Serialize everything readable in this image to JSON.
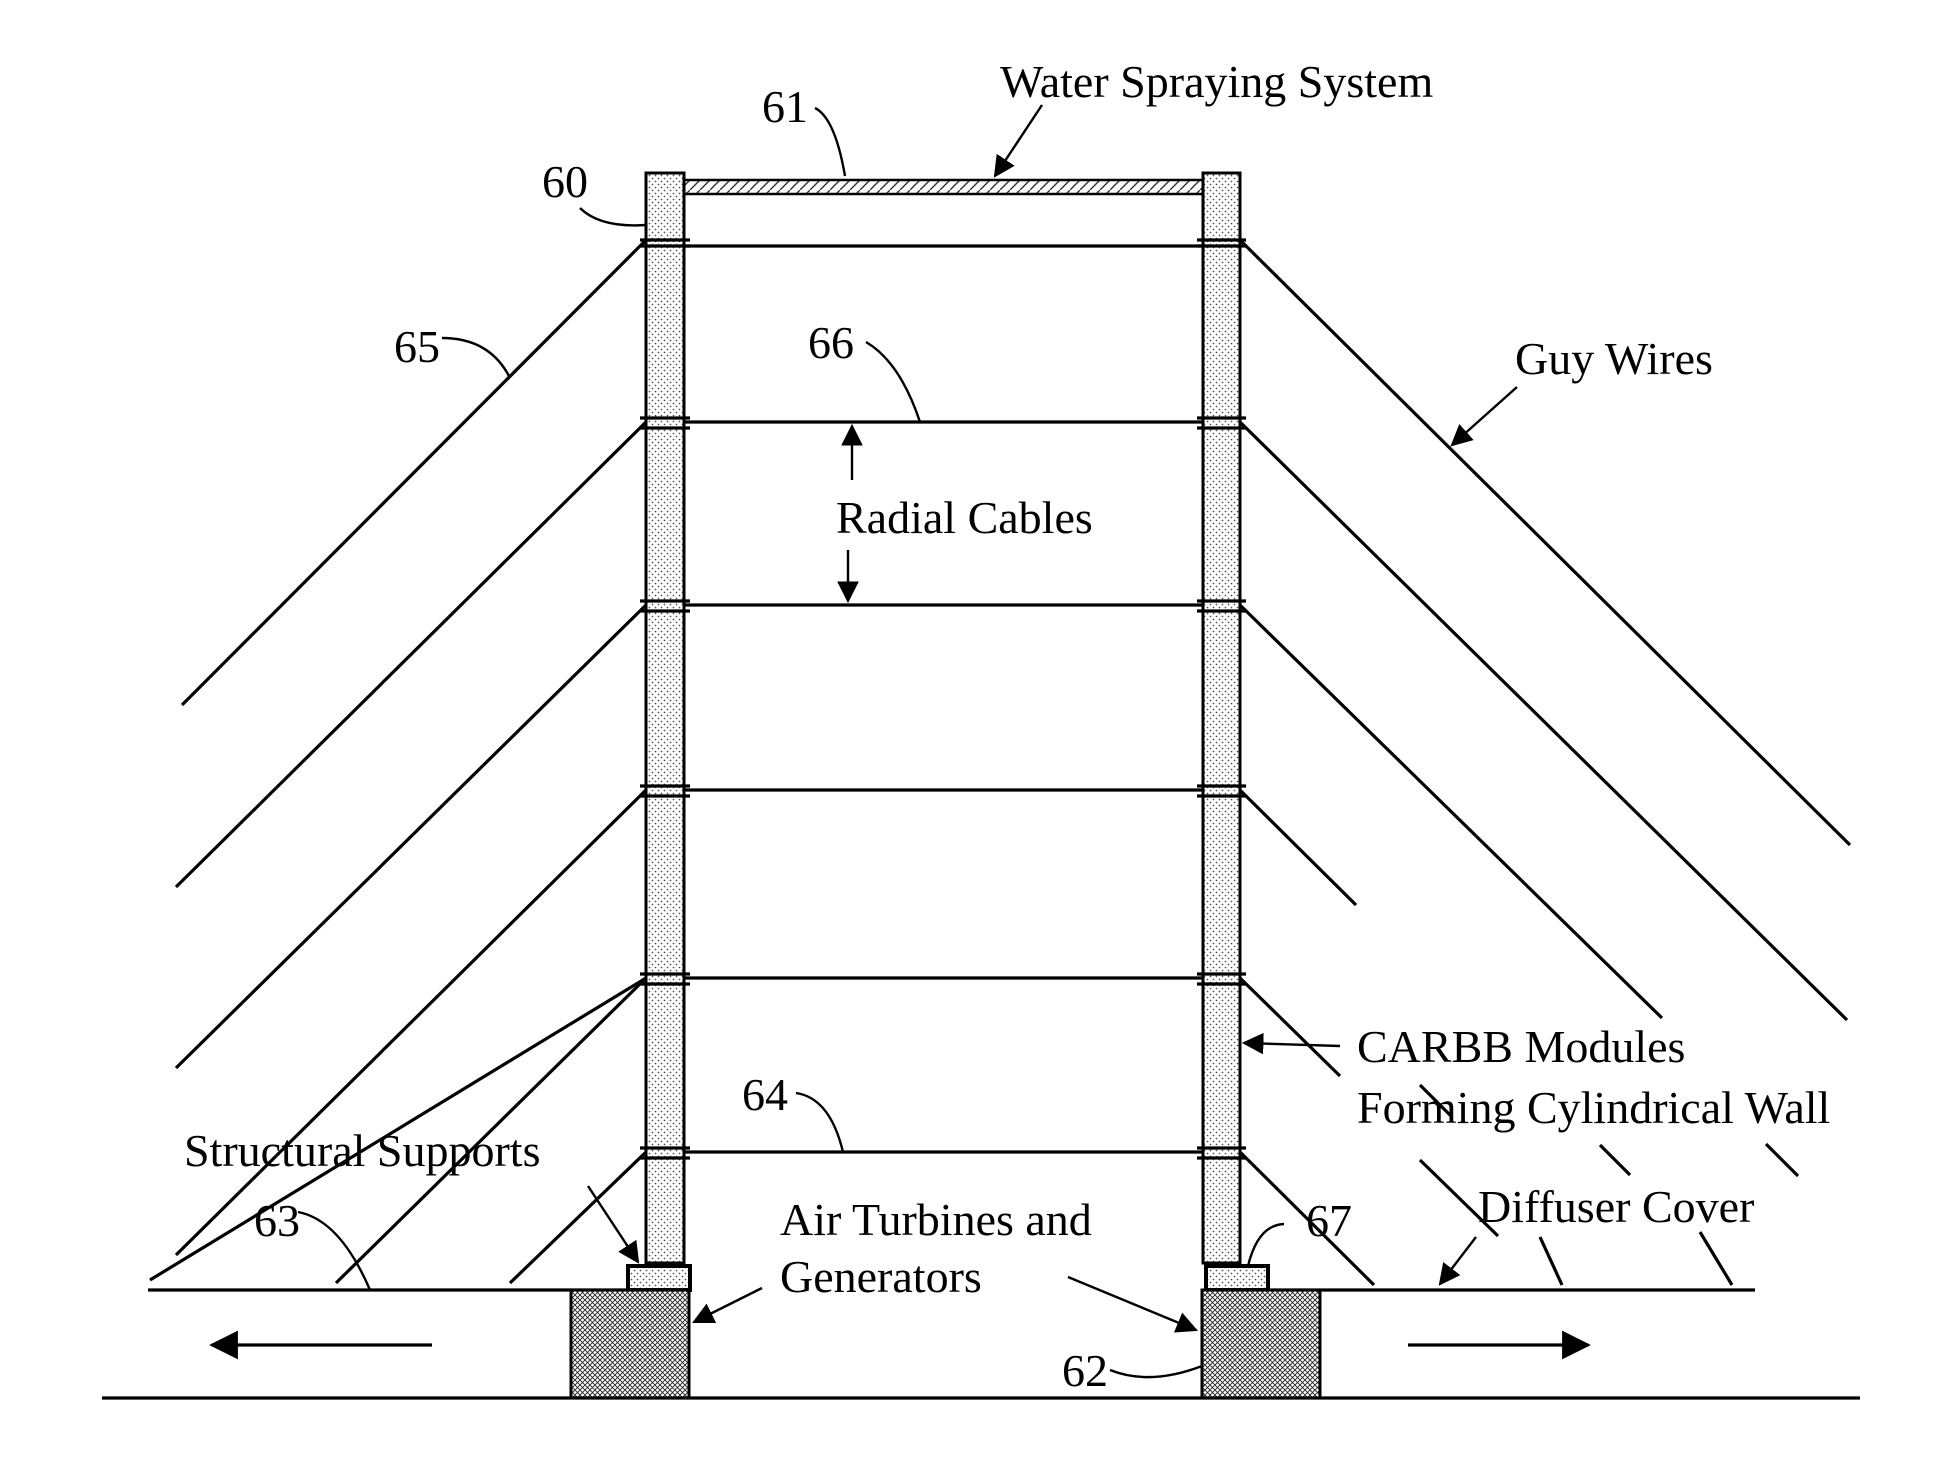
{
  "labels": {
    "water_spraying_system": "Water Spraying System",
    "guy_wires": "Guy Wires",
    "radial_cables": "Radial Cables",
    "carbb_line1": "CARBB Modules",
    "carbb_line2": "Forming Cylindrical Wall",
    "structural_supports": "Structural Supports",
    "air_turbines_line1": "Air Turbines and",
    "air_turbines_line2": "Generators",
    "diffuser_cover": "Diffuser Cover"
  },
  "refs": {
    "r60": "60",
    "r61": "61",
    "r62": "62",
    "r63": "63",
    "r64": "64",
    "r65": "65",
    "r66": "66",
    "r67": "67"
  }
}
